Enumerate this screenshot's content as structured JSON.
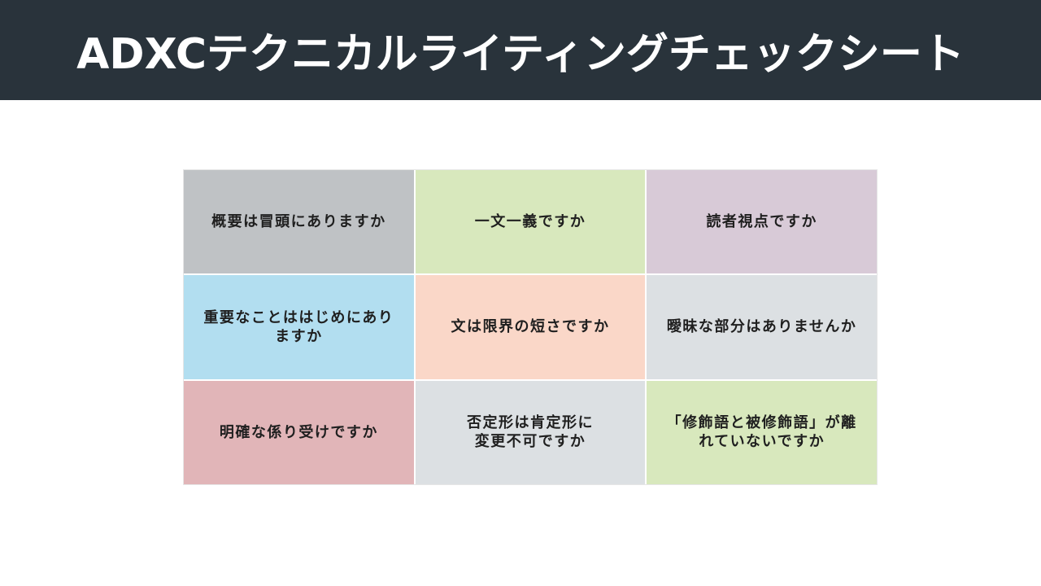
{
  "header": {
    "title": "ADXCテクニカルライティングチェックシート",
    "background": "#29333b"
  },
  "grid": {
    "cells": [
      {
        "text": "概要は冒頭にありますか",
        "color": "#bfc2c5"
      },
      {
        "text": "一文一義ですか",
        "color": "#d8e8bd"
      },
      {
        "text": "読者視点ですか",
        "color": "#d8cad7"
      },
      {
        "text": "重要なことははじめにあり\nますか",
        "color": "#b2def0"
      },
      {
        "text": "文は限界の短さですか",
        "color": "#fad7c8"
      },
      {
        "text": "曖昧な部分はありませんか",
        "color": "#dce0e3"
      },
      {
        "text": "明確な係り受けですか",
        "color": "#e1b5b8"
      },
      {
        "text": "否定形は肯定形に\n変更不可ですか",
        "color": "#dce0e3"
      },
      {
        "text": "「修飾語と被修飾語」が離\nれていないですか",
        "color": "#d8e8bd"
      }
    ]
  }
}
